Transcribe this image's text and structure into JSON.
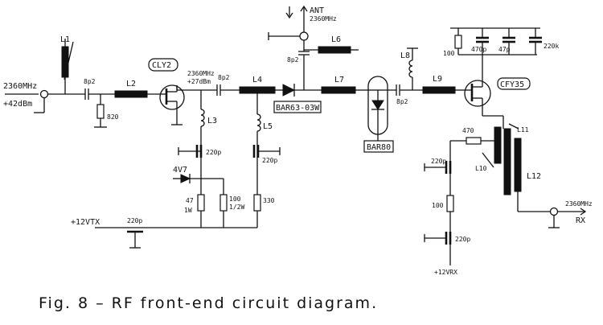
{
  "caption": "Fig. 8 – RF front-end circuit diagram.",
  "labels": {
    "in_freq": "2360MHz",
    "in_power": "+42dBm",
    "L1": "L1",
    "cap_8p2_a": "8p2",
    "res_820": "820",
    "L2": "L2",
    "cly2": "CLY2",
    "mid_freq": "2360MHz",
    "mid_power": "+27dBm",
    "cap_8p2_b": "8p2",
    "L3": "L3",
    "cap_220p_a": "220p",
    "zener_4v7": "4V7",
    "res_47": "47",
    "res_47_w": "1W",
    "res_100": "100",
    "res_100_w": "1/2W",
    "L4": "L4",
    "L5": "L5",
    "cap_220p_b": "220p",
    "res_330": "330",
    "ant": "ANT",
    "ant_freq": "2360MHz",
    "cap_8p2_c": "8p2",
    "L6": "L6",
    "bar63": "BAR63-03W",
    "L7": "L7",
    "bar80": "BAR80",
    "cap_8p2_d": "8p2",
    "L8": "L8",
    "L9": "L9",
    "res_100_top": "100",
    "cap_470_a": "470p",
    "cap_470_b": "47p",
    "res_220k": "220k",
    "cfy35": "CFY35",
    "res_470": "470",
    "L10": "L10",
    "L11": "L11",
    "L12": "L12",
    "cap_220p_c": "220p",
    "res_100_rx": "100",
    "cap_220p_d": "220p",
    "rx_supply": "+12VRX",
    "tx_supply": "+12VTX",
    "cap_220p_tx": "220p",
    "out_freq": "2360MHz",
    "rx": "RX"
  }
}
